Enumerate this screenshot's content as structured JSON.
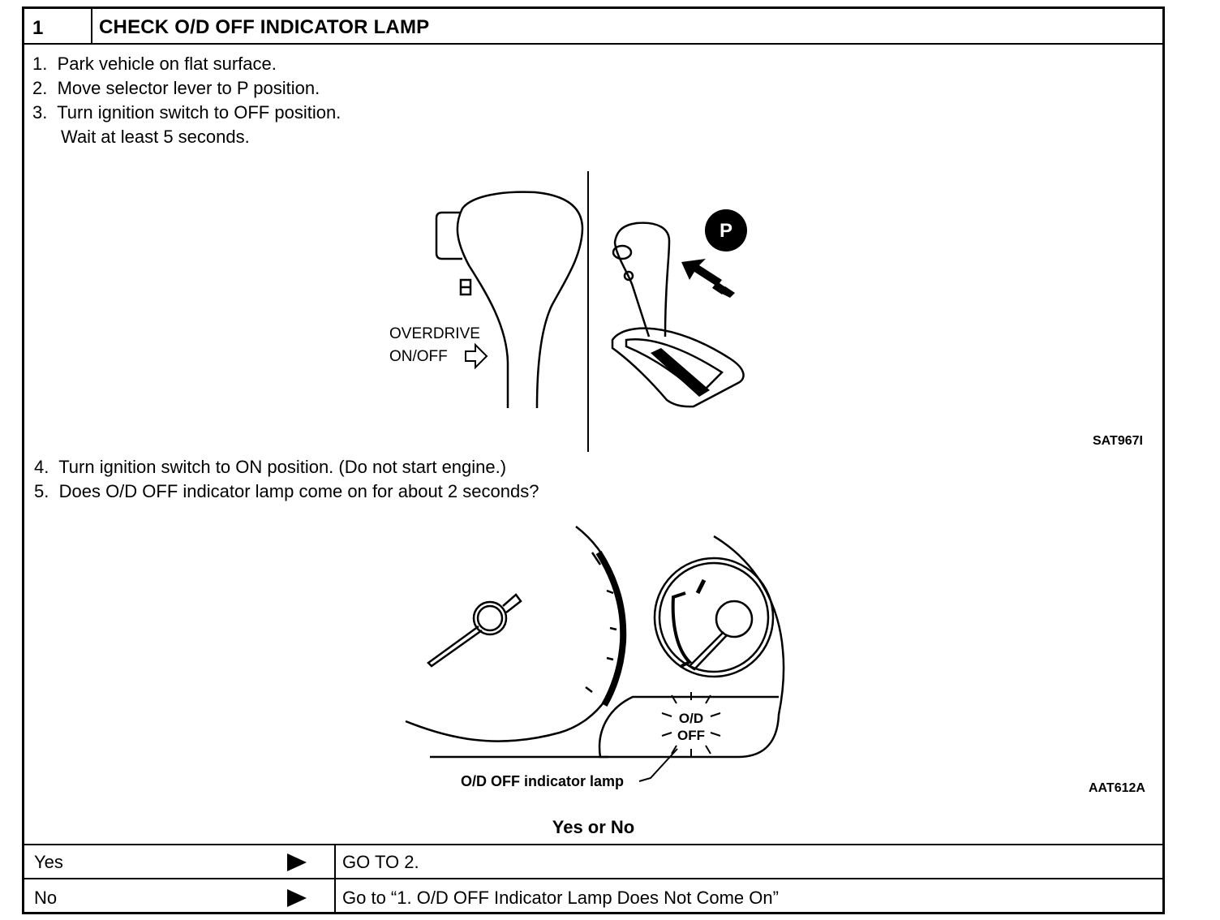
{
  "header": {
    "step_number": "1",
    "title": "CHECK O/D OFF INDICATOR LAMP"
  },
  "steps_a": [
    {
      "num": "1.",
      "text": "Park vehicle on flat surface."
    },
    {
      "num": "2.",
      "text": "Move selector lever to P position."
    },
    {
      "num": "3.",
      "text": "Turn ignition switch to OFF position."
    },
    {
      "num": "",
      "text": "Wait at least 5 seconds."
    }
  ],
  "figure1": {
    "label_line1": "OVERDRIVE",
    "label_line2": "ON/OFF",
    "position_badge": "P",
    "code": "SAT967I"
  },
  "steps_b": [
    {
      "num": "4.",
      "text": "Turn ignition switch to ON position. (Do not start engine.)"
    },
    {
      "num": "5.",
      "text": "Does O/D OFF indicator lamp come on for about 2 seconds?"
    }
  ],
  "figure2": {
    "lamp_line1": "O/D",
    "lamp_line2": "OFF",
    "callout": "O/D OFF indicator lamp",
    "code": "AAT612A"
  },
  "question": "Yes or No",
  "results": [
    {
      "answer": "Yes",
      "action": "GO TO 2."
    },
    {
      "answer": "No",
      "action": "Go to “1. O/D OFF Indicator Lamp Does Not Come On”"
    }
  ]
}
